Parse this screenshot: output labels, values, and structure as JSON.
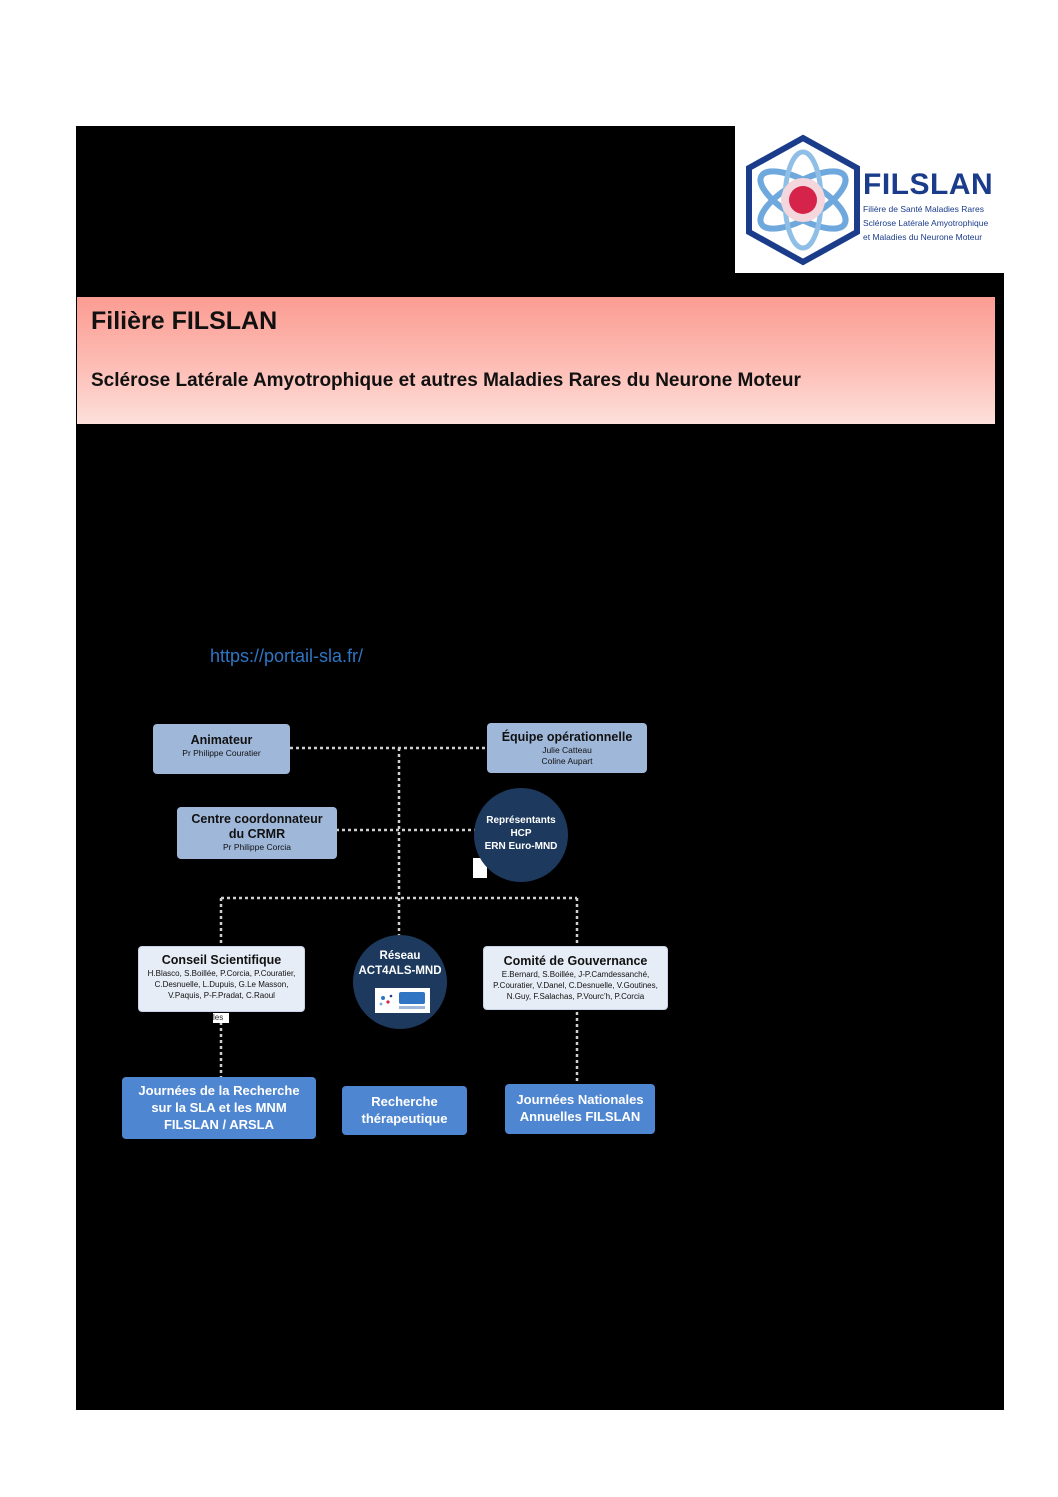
{
  "logo": {
    "name": "FILSLAN",
    "subtitle_lines": [
      "Filière de Santé Maladies Rares",
      "Sclérose Latérale Amyotrophique",
      "et Maladies du Neurone Moteur"
    ]
  },
  "banner": {
    "title": "Filière FILSLAN",
    "subtitle": "Sclérose Latérale Amyotrophique et autres Maladies Rares du Neurone Moteur"
  },
  "url": "https://portail-sla.fr/",
  "org": {
    "animateur": {
      "title": "Animateur",
      "name": "Pr Philippe Couratier"
    },
    "equipe": {
      "title": "Équipe opérationnelle",
      "names": [
        "Julie Catteau",
        "Coline Aupart"
      ]
    },
    "centre": {
      "title_lines": [
        "Centre coordonnateur",
        "du CRMR"
      ],
      "name": "Pr Philippe Corcia"
    },
    "representants": {
      "lines": [
        "Représentants",
        "HCP",
        "ERN Euro-MND"
      ]
    },
    "conseil": {
      "title": "Conseil Scientifique",
      "members": [
        "H.Blasco, S.Boillée, P.Corcia, P.Couratier,",
        "C.Desnuelle, L.Dupuis, G.Le Masson,",
        "V.Paquis, P-F.Pradat, C.Raoul"
      ],
      "tag": "les"
    },
    "reseau": {
      "lines": [
        "Réseau",
        "ACT4ALS-MND"
      ]
    },
    "comite": {
      "title": "Comité de Gouvernance",
      "members": [
        "E.Bernard, S.Boillée, J-P.Camdessanché,",
        "P.Couratier, V.Danel, C.Desnuelle, V.Goutines,",
        "N.Guy, F.Salachas, P.Vourc’h, P.Corcia"
      ]
    },
    "journees_recherche": {
      "lines": [
        "Journées de la Recherche",
        "sur la SLA et les MNM",
        "FILSLAN / ARSLA"
      ]
    },
    "recherche": {
      "lines": [
        "Recherche",
        "thérapeutique"
      ]
    },
    "journees_nationales": {
      "lines": [
        "Journées Nationales",
        "Annuelles FILSLAN"
      ]
    }
  },
  "colors": {
    "navy": "#1d3a5e",
    "light_blue_box": "#9fb7d9",
    "medium_blue_box": "#4f86d1",
    "banner_pink": "#fb9c92",
    "link_blue": "#2f75c4"
  }
}
